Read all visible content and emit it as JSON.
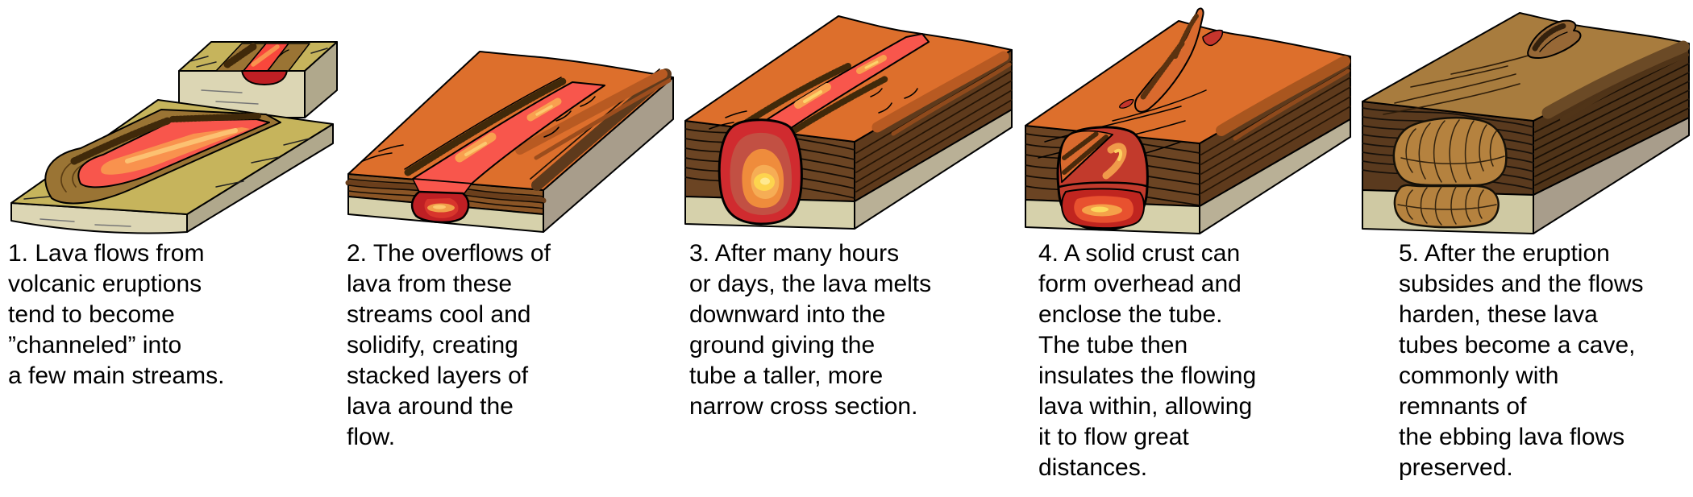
{
  "figure": {
    "description_of_subject": "Formation of a lava tube in five stages",
    "panels": [
      {
        "stage": "1",
        "caption": [
          "1. Lava flows from",
          "volcanic eruptions",
          "tend to become",
          "”channeled” into",
          "a few main streams."
        ]
      },
      {
        "stage": "2",
        "caption": [
          "2. The overflows of",
          "lava from these",
          "streams cool and",
          "solidify, creating",
          "stacked layers of",
          "lava around the",
          "flow."
        ]
      },
      {
        "stage": "3",
        "caption": [
          "3. After many hours",
          "or days, the lava melts",
          "downward into the",
          "ground giving the",
          "tube a taller, more",
          "narrow cross section."
        ]
      },
      {
        "stage": "4",
        "caption": [
          "4. A solid crust can",
          "form overhead and",
          "enclose the tube.",
          "The tube then",
          "insulates the flowing",
          "lava within, allowing",
          "it to flow great",
          "distances."
        ]
      },
      {
        "stage": "5",
        "caption": [
          "5. After the eruption",
          "subsides and the flows",
          "harden, these lava",
          "tubes become a cave,",
          "commonly with",
          "remnants of",
          "the ebbing lava flows",
          "preserved."
        ]
      }
    ],
    "palette": {
      "background": "#ffffff",
      "ink": "#000000",
      "ground_olive": "#c6b45c",
      "pale_rock_face": "#dcd6b4",
      "gray_rock_face": "#b0a88c",
      "levee_brown": "#9a7434",
      "lava_red": "#f8564c",
      "lava_orange": "#f9a04f",
      "lava_pale_orange": "#fcc96e",
      "pool_dark_red": "#bf1f24",
      "crust_orange": "#dd6f2c",
      "strata_brown": "#8a5526",
      "dark_rock_brown": "#5e3a1c",
      "base_tan": "#d6d1ab",
      "base_gray": "#b9b096",
      "tube_red": "#d02b2f",
      "tube_orange": "#ef8c3c",
      "tube_yellow": "#fdd44e",
      "tube_pale_yellow": "#ffe990",
      "cave_fill_brown": "#b5823f"
    }
  }
}
